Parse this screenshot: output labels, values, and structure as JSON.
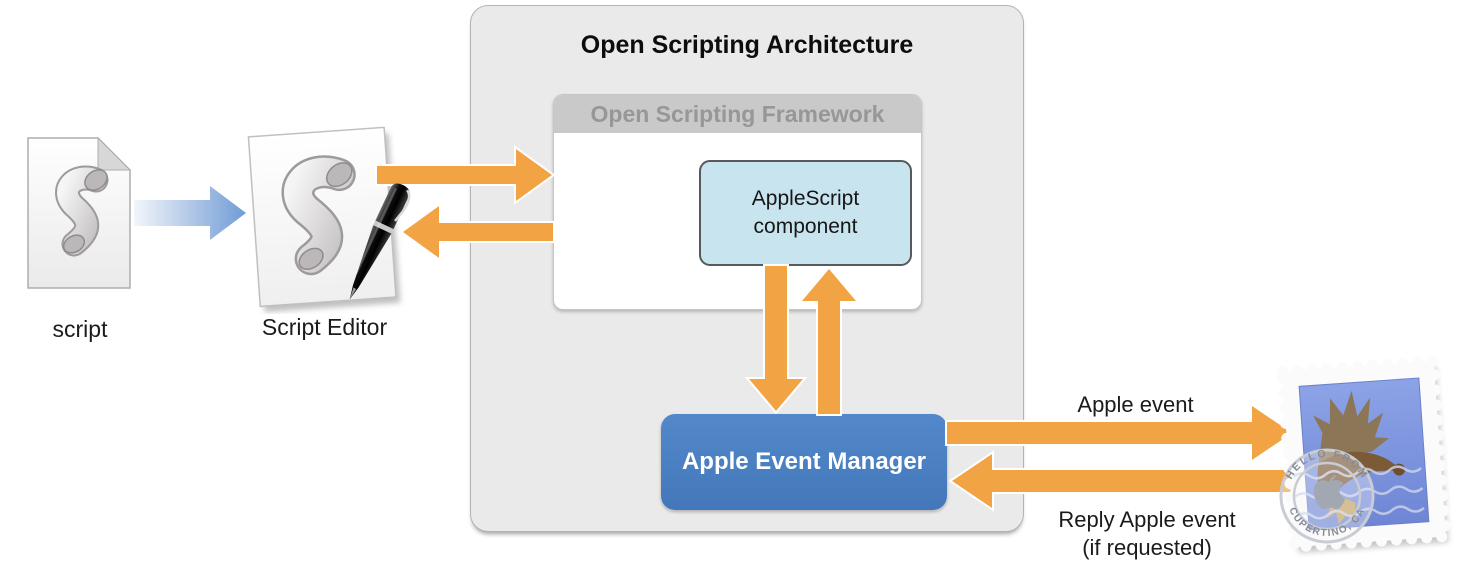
{
  "diagram": {
    "osa_title": "Open Scripting Architecture",
    "osf_title": "Open Scripting Framework",
    "component_label": "AppleScript component",
    "aem_label": "Apple Event Manager",
    "script_label": "script",
    "script_editor_label": "Script Editor",
    "apple_event_label": "Apple event",
    "reply_label_line1": "Reply Apple event",
    "reply_label_line2": "(if requested)"
  },
  "stamp": {
    "postmark_top": "HELLO FROM",
    "postmark_bottom": "CUPERTINO, CA"
  },
  "icons": {
    "script_file": "script-file-icon",
    "script_editor": "script-editor-icon",
    "pen": "fountain-pen-icon",
    "mail_stamp": "mail-stamp-icon"
  },
  "colors": {
    "arrow_orange": "#F2A445",
    "arrow_blue": "#7FA6D9",
    "aem_blue": "#4A80C4",
    "component_fill": "#C8E5EF",
    "component_border": "#58595B",
    "osa_fill": "#EAEAEA",
    "osf_header": "#C9C9C9",
    "osf_title_text": "#9A9A9A",
    "stamp_blue": "#7D95DE"
  }
}
